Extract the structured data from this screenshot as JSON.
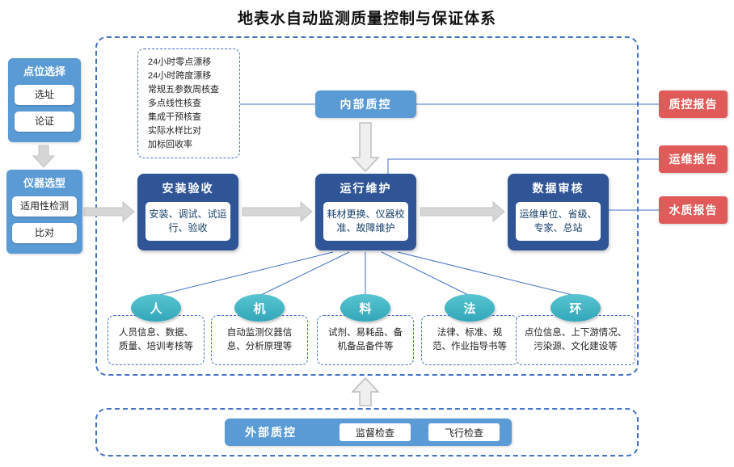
{
  "title": "地表水自动监测质量控制与保证体系",
  "colors": {
    "primary_blue": "#5B9BD5",
    "dark_blue": "#2F5597",
    "teal": "#41B5C5",
    "report_red": "#E05A5A",
    "line_blue": "#4472C4",
    "arrow_gray": "#D6D6D6"
  },
  "left": {
    "point_selection": {
      "title": "点位选择",
      "items": [
        "选址",
        "论证"
      ]
    },
    "instrument_selection": {
      "title": "仪器选型",
      "items": [
        "适用性检测",
        "比对"
      ]
    }
  },
  "qc_checks": {
    "items": [
      "24小时零点漂移",
      "24小时跨度漂移",
      "常规五参数周核查",
      "多点线性核查",
      "集成干预核查",
      "实际水样比对",
      "加标回收率"
    ]
  },
  "internal_qc": {
    "label": "内部质控"
  },
  "flow": {
    "installation": {
      "title": "安装验收",
      "detail": "安装、调试、试运行、验收"
    },
    "operation": {
      "title": "运行维护",
      "detail": "耗材更换、仪器校准、故障维护"
    },
    "data_review": {
      "title": "数据审核",
      "detail": "运维单位、省级、专家、总站"
    }
  },
  "reports": {
    "qc": "质控报告",
    "om": "运维报告",
    "water": "水质报告"
  },
  "factors": [
    {
      "label": "人",
      "detail": "人员信息、数据、质量、培训考核等"
    },
    {
      "label": "机",
      "detail": "自动监测仪器信息、分析原理等"
    },
    {
      "label": "料",
      "detail": "试剂、易耗品、备机备品备件等"
    },
    {
      "label": "法",
      "detail": "法律、标准、规范、作业指导书等"
    },
    {
      "label": "环",
      "detail": "点位信息、上下游情况、污染源、文化建设等"
    }
  ],
  "external_qc": {
    "title": "外部质控",
    "items": [
      "监督检查",
      "飞行检查"
    ]
  }
}
